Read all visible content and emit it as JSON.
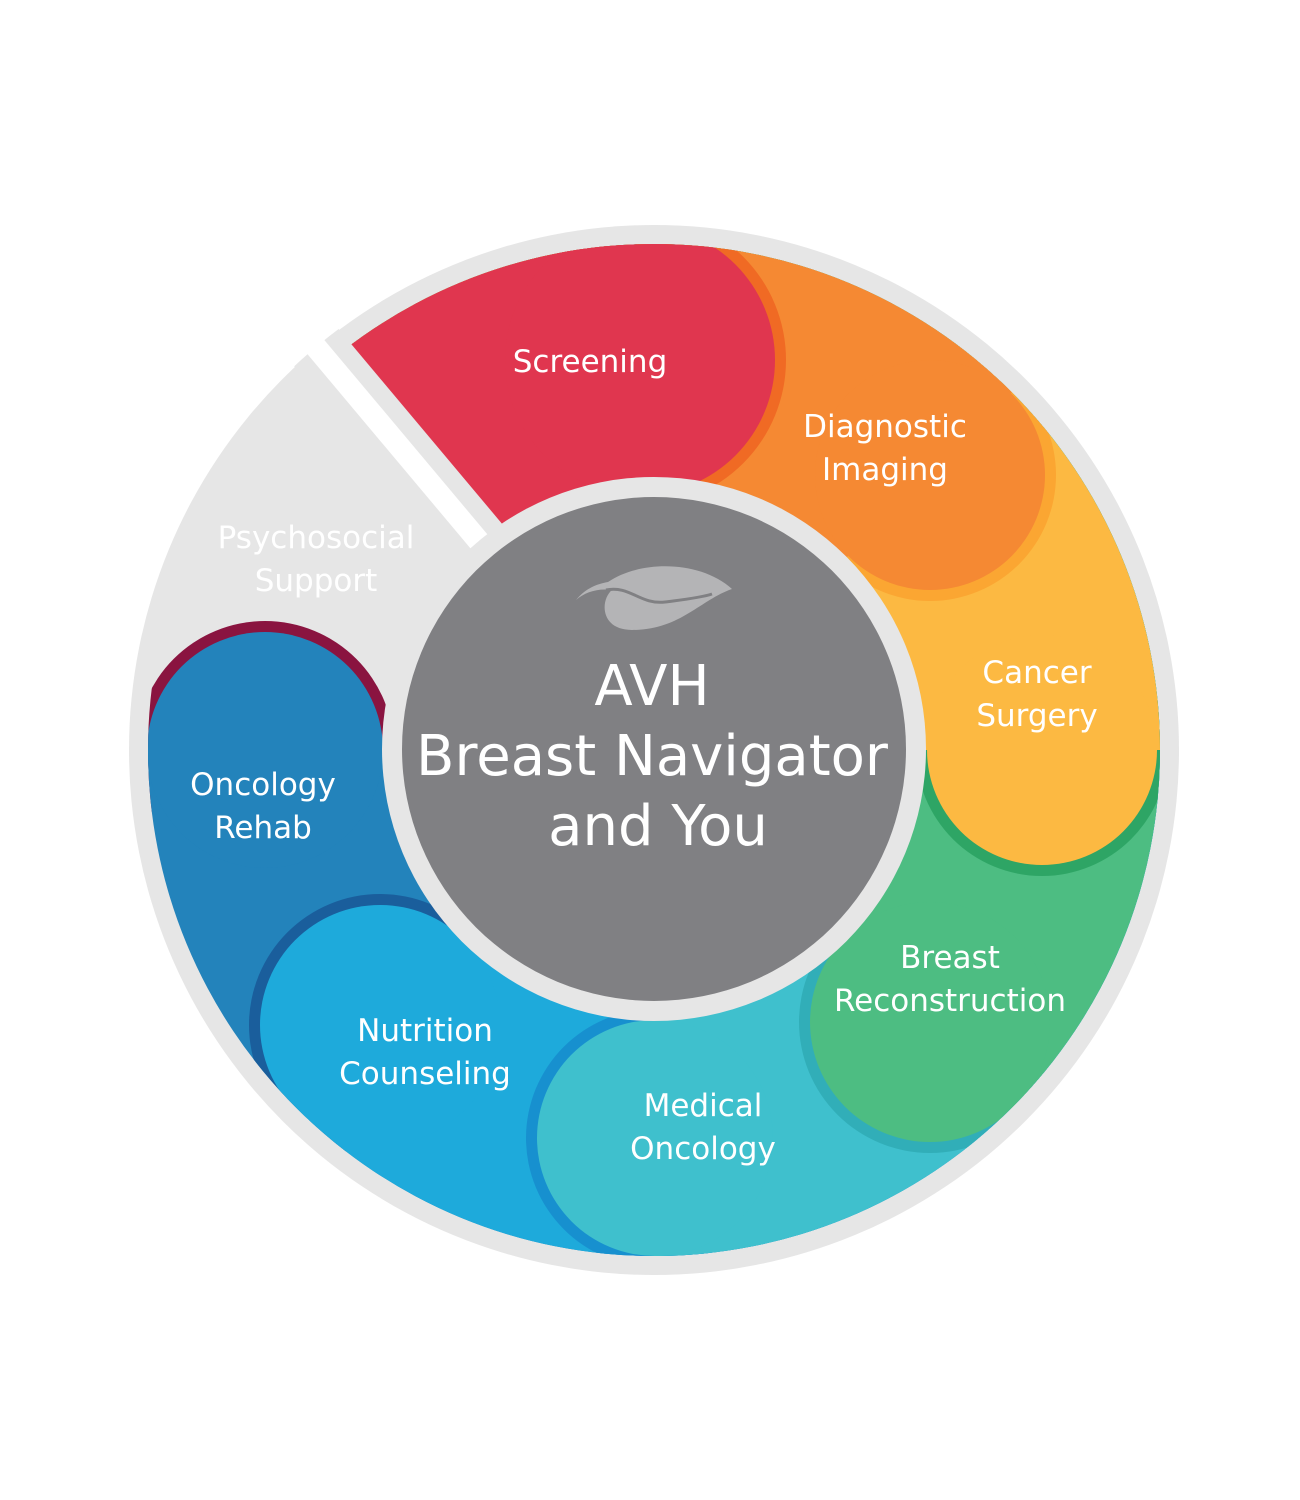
{
  "center": {
    "lines": [
      "AVH",
      "Breast Navigator",
      "and You"
    ],
    "icon": "leaf-icon",
    "color": "#808083"
  },
  "ring_color": "#e6e6e6",
  "segments": [
    {
      "label": [
        "Screening"
      ],
      "color": "#e0364f",
      "shade": "#f06a24"
    },
    {
      "label": [
        "Diagnostic",
        "Imaging"
      ],
      "color": "#f58933",
      "shade": "#fba632"
    },
    {
      "label": [
        "Cancer",
        "Surgery"
      ],
      "color": "#fcb942",
      "shade": "#2ea565"
    },
    {
      "label": [
        "Breast",
        "Reconstruction"
      ],
      "color": "#4dbd82",
      "shade": "#31aeb8"
    },
    {
      "label": [
        "Medical",
        "Oncology"
      ],
      "color": "#3fc0cd",
      "shade": "#1790cf"
    },
    {
      "label": [
        "Nutrition",
        "Counseling"
      ],
      "color": "#1eaadb",
      "shade": "#1a5e9c"
    },
    {
      "label": [
        "Oncology",
        "Rehab"
      ],
      "color": "#2383bb",
      "shade": "#8a1440"
    },
    {
      "label": [
        "Psychosocial",
        "Support"
      ],
      "color": "#a51c4a",
      "shade": "#a51c4a"
    }
  ]
}
